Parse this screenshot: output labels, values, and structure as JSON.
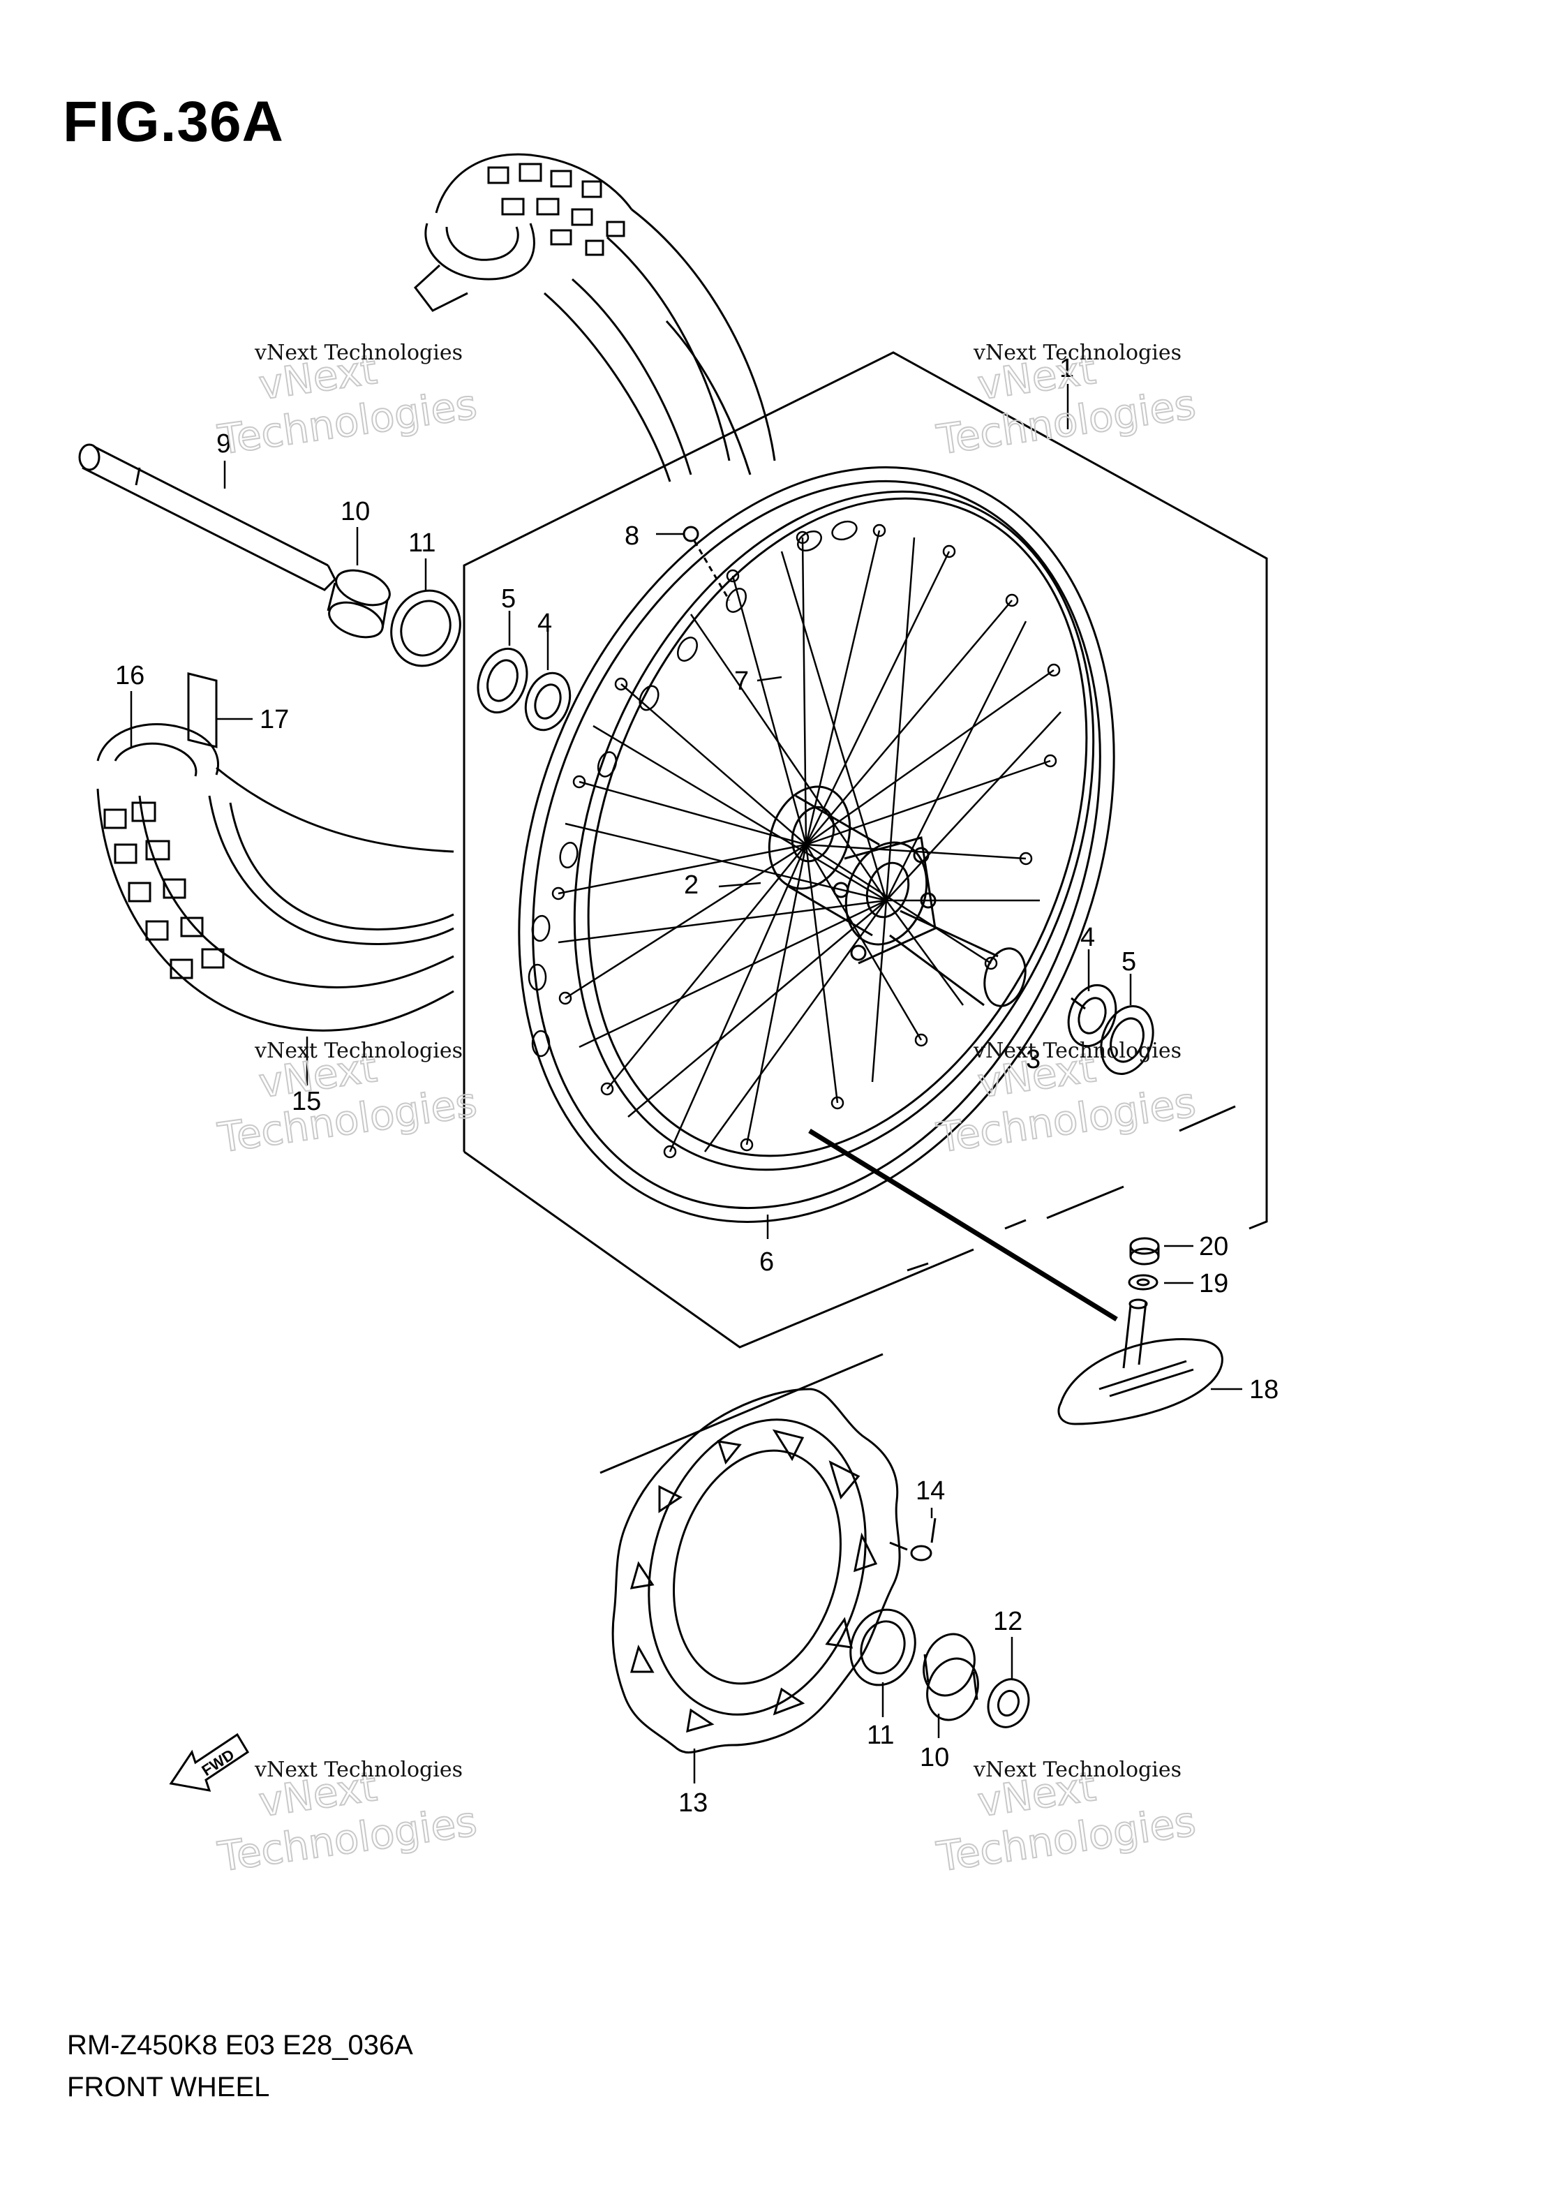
{
  "figure": {
    "title": "FIG.36A",
    "model_code": "RM-Z450K8 E03 E28_036A",
    "name": "FRONT WHEEL"
  },
  "fwd_badge": "FWD",
  "watermark": {
    "line1": "vNext Technologies",
    "line2": "vNext",
    "line3": "Technologies"
  },
  "callouts": {
    "c1": "1",
    "c2": "2",
    "c3": "3",
    "c4a": "4",
    "c4b": "4",
    "c5a": "5",
    "c5b": "5",
    "c6": "6",
    "c7": "7",
    "c8": "8",
    "c9": "9",
    "c10a": "10",
    "c10b": "10",
    "c11a": "11",
    "c11b": "11",
    "c12": "12",
    "c13": "13",
    "c14": "14",
    "c15": "15",
    "c16": "16",
    "c17": "17",
    "c18": "18",
    "c19": "19",
    "c20": "20"
  }
}
